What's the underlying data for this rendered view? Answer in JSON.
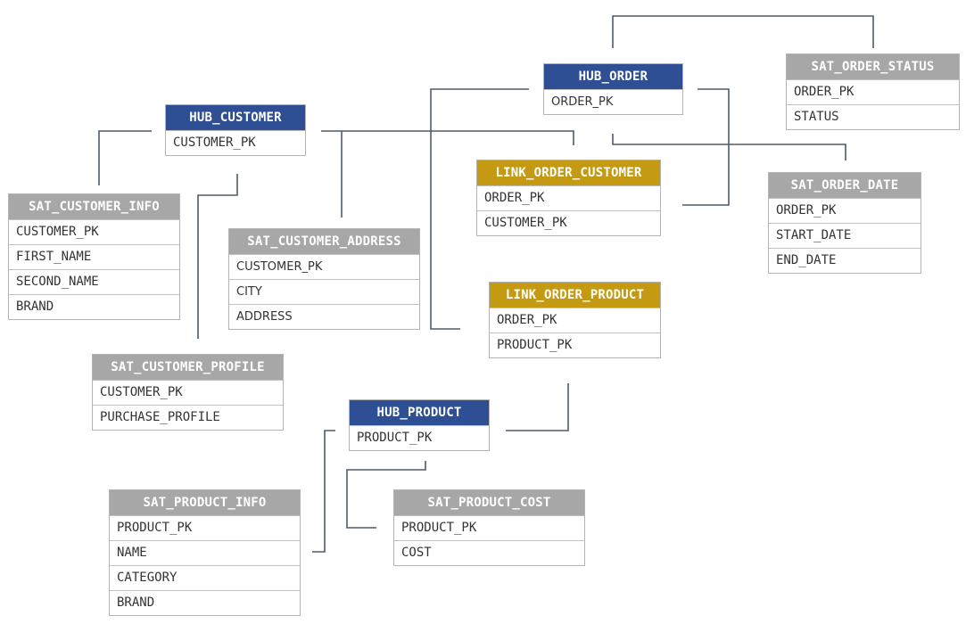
{
  "colors": {
    "hub": "#2e4f93",
    "link": "#c39a12",
    "satellite": "#a7a7a7",
    "connector": "#4e5a6b",
    "row_text": "#333333"
  },
  "tables": {
    "hub_order": {
      "title": "HUB_ORDER",
      "kind": "hub",
      "fields": [
        "ORDER_PK"
      ]
    },
    "hub_customer": {
      "title": "HUB_CUSTOMER",
      "kind": "hub",
      "fields": [
        "CUSTOMER_PK"
      ]
    },
    "hub_product": {
      "title": "HUB_PRODUCT",
      "kind": "hub",
      "fields": [
        "PRODUCT_PK"
      ]
    },
    "link_order_customer": {
      "title": "LINK_ORDER_CUSTOMER",
      "kind": "link",
      "fields": [
        "ORDER_PK",
        "CUSTOMER_PK"
      ]
    },
    "link_order_product": {
      "title": "LINK_ORDER_PRODUCT",
      "kind": "link",
      "fields": [
        "ORDER_PK",
        "PRODUCT_PK"
      ]
    },
    "sat_order_status": {
      "title": "SAT_ORDER_STATUS",
      "kind": "satellite",
      "fields": [
        "ORDER_PK",
        "STATUS"
      ]
    },
    "sat_order_date": {
      "title": "SAT_ORDER_DATE",
      "kind": "satellite",
      "fields": [
        "ORDER_PK",
        "START_DATE",
        "END_DATE"
      ]
    },
    "sat_customer_info": {
      "title": "SAT_CUSTOMER_INFO",
      "kind": "satellite",
      "fields": [
        "CUSTOMER_PK",
        "FIRST_NAME",
        "SECOND_NAME",
        "BRAND"
      ]
    },
    "sat_customer_address": {
      "title": "SAT_CUSTOMER_ADDRESS",
      "kind": "satellite",
      "fields": [
        "CUSTOMER_PK",
        "CITY",
        "ADDRESS"
      ]
    },
    "sat_customer_profile": {
      "title": "SAT_CUSTOMER_PROFILE",
      "kind": "satellite",
      "fields": [
        "CUSTOMER_PK",
        "PURCHASE_PROFILE"
      ]
    },
    "sat_product_info": {
      "title": "SAT_PRODUCT_INFO",
      "kind": "satellite",
      "fields": [
        "PRODUCT_PK",
        "NAME",
        "CATEGORY",
        "BRAND"
      ]
    },
    "sat_product_cost": {
      "title": "SAT_PRODUCT_COST",
      "kind": "satellite",
      "fields": [
        "PRODUCT_PK",
        "COST"
      ]
    }
  },
  "connectors": [
    {
      "from": "hub_order",
      "to": "sat_order_status"
    },
    {
      "from": "hub_order",
      "to": "link_order_customer"
    },
    {
      "from": "hub_order",
      "to": "sat_order_date"
    },
    {
      "from": "hub_order",
      "to": "link_order_product"
    },
    {
      "from": "hub_customer",
      "to": "sat_customer_info"
    },
    {
      "from": "hub_customer",
      "to": "link_order_customer"
    },
    {
      "from": "hub_customer",
      "to": "sat_customer_address"
    },
    {
      "from": "hub_customer",
      "to": "sat_customer_profile"
    },
    {
      "from": "hub_product",
      "to": "link_order_product"
    },
    {
      "from": "hub_product",
      "to": "sat_product_info"
    },
    {
      "from": "hub_product",
      "to": "sat_product_cost"
    }
  ]
}
